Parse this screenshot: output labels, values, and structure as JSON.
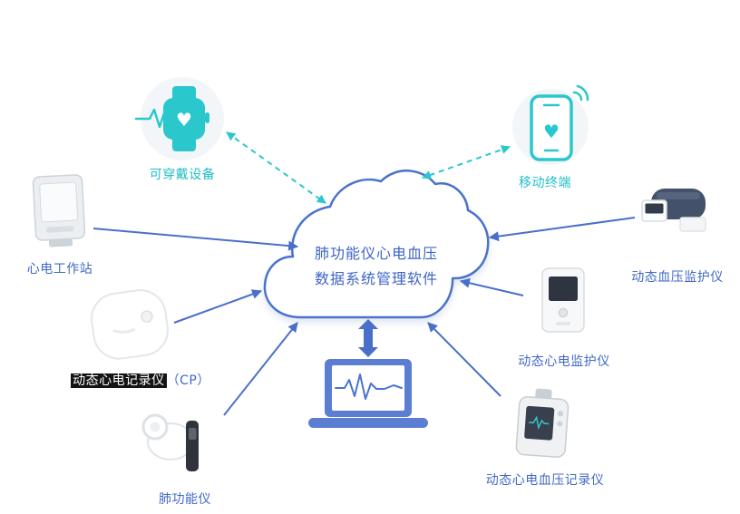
{
  "colors": {
    "teal": "#2ac7cd",
    "blue": "#4a6fc9",
    "label_blue": "#4269c6",
    "label_teal": "#1fbec6",
    "highlight_bg": "#141414"
  },
  "icons": {
    "heart": "♥"
  },
  "cloud": {
    "line1": "肺功能仪心电血压",
    "line2": "数据系统管理软件"
  },
  "nodes": {
    "wearable": {
      "label": "可穿戴设备"
    },
    "mobile": {
      "label": "移动终端"
    },
    "workstation": {
      "label": "心电工作站"
    },
    "cp_recorder": {
      "label_main": "动态心电记录仪",
      "label_suffix": "（CP）"
    },
    "spirometer": {
      "label": "肺功能仪"
    },
    "bp_monitor": {
      "label": "动态血压监护仪"
    },
    "ecg_monitor": {
      "label": "动态心电监护仪"
    },
    "ecg_bp_recorder": {
      "label": "动态心电血压记录仪"
    }
  }
}
